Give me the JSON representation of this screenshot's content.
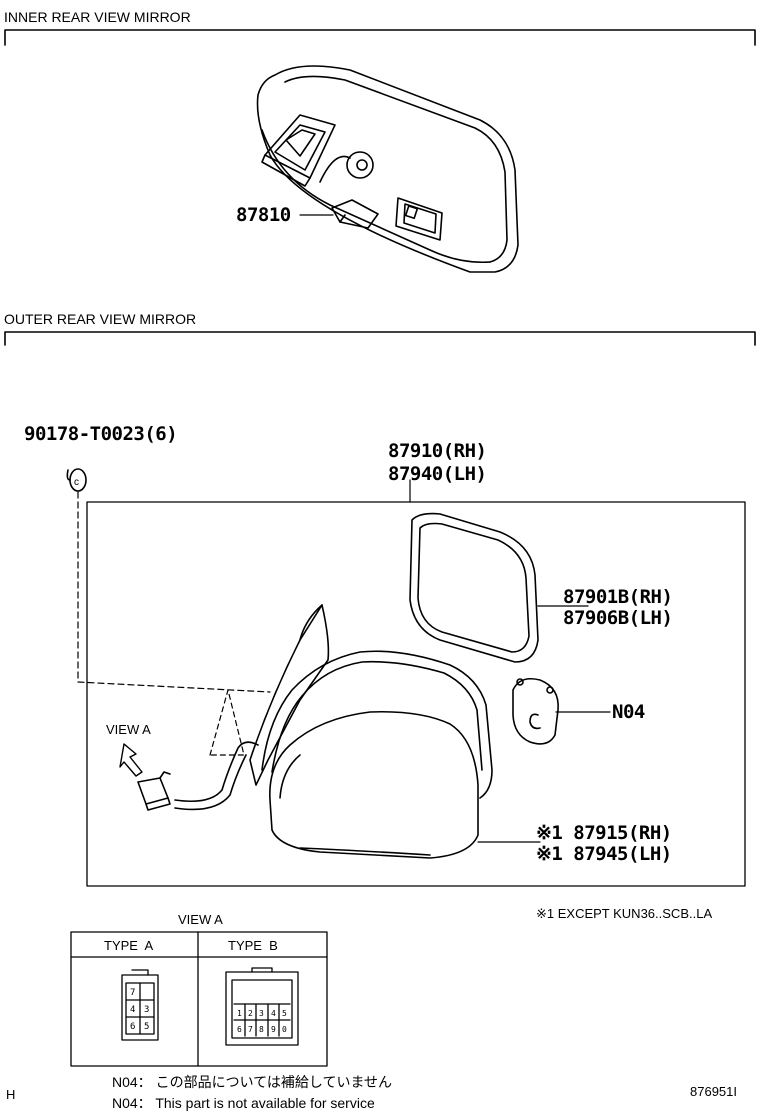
{
  "sections": {
    "inner_title": "INNER REAR VIEW MIRROR",
    "outer_title": "OUTER REAR VIEW MIRROR"
  },
  "parts": {
    "p87810": "87810",
    "p90178": "90178-T0023(6)",
    "p87910": "87910(RH)",
    "p87940": "87940(LH)",
    "p87901B": "87901B(RH)",
    "p87906B": "87906B(LH)",
    "pN04": "N04",
    "p87915": "※1 87915(RH)",
    "p87945": "※1 87945(LH)"
  },
  "view_a": {
    "callout": "VIEW A",
    "table_title": "VIEW A",
    "type_a": "TYPE  A",
    "type_b": "TYPE  B",
    "type_a_pins": [
      "7",
      "",
      "4",
      "3",
      "6",
      "5"
    ],
    "type_b_pins_top": [
      "1",
      "2",
      "3",
      "4",
      "5"
    ],
    "type_b_pins_bottom": [
      "6",
      "7",
      "8",
      "9",
      "0"
    ]
  },
  "notes": {
    "except": "※1 EXCEPT KUN36..SCB..LA",
    "n04_jp": "N04： この部品については補給していません",
    "n04_en": "N04： This part is not available for service"
  },
  "footer": {
    "left_mark": "H",
    "code": "876951I"
  }
}
